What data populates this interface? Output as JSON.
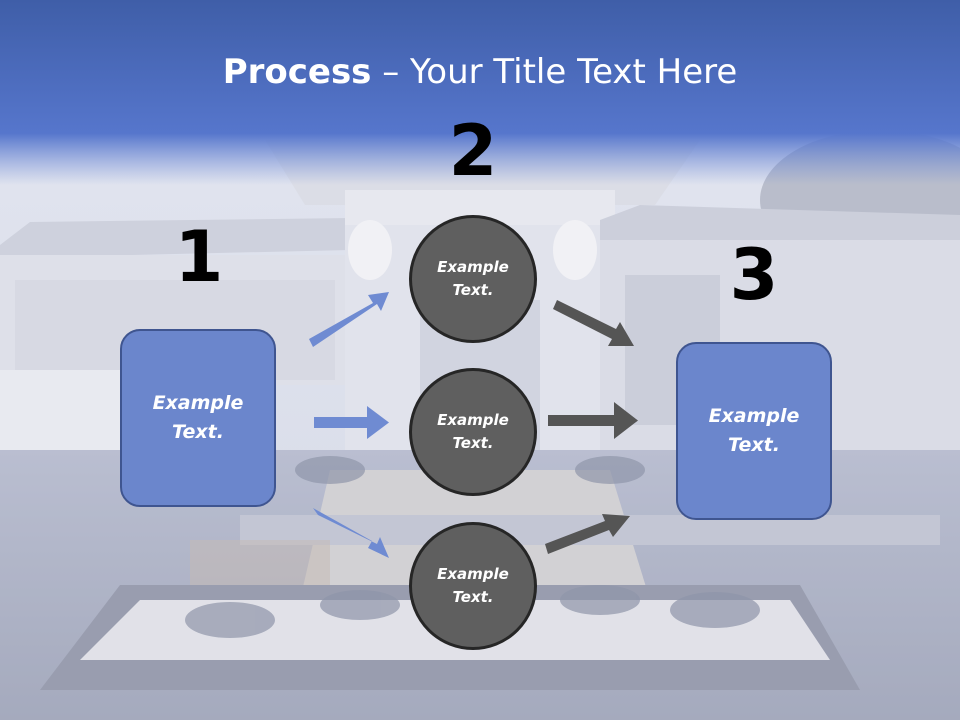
{
  "title": {
    "bold": "Process",
    "rest": " – Your Title Text Here"
  },
  "steps": [
    {
      "number": "1",
      "text": "Example\nText."
    },
    {
      "number": "2"
    },
    {
      "number": "3",
      "text": "Example\nText."
    }
  ],
  "circles": [
    "Example\nText.",
    "Example\nText.",
    "Example\nText."
  ],
  "colors": {
    "box": "#6b86cc",
    "circle": "#5f5f5f",
    "arrow_left": "#6f8bd2",
    "arrow_right": "#555555",
    "title_band": "#4e6dc4"
  }
}
